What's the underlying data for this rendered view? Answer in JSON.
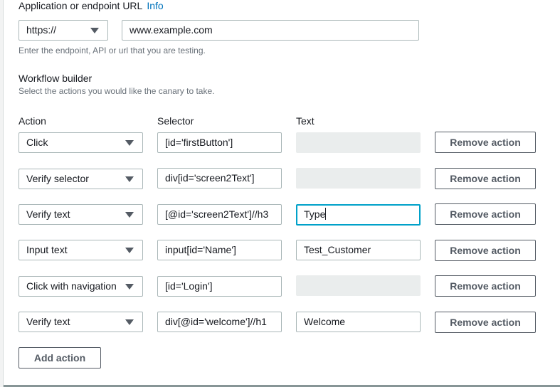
{
  "endpoint": {
    "label": "Application or endpoint URL",
    "info_link": "Info",
    "protocol_select": "https://",
    "url_value": "www.example.com",
    "hint": "Enter the endpoint, API or url that you are testing."
  },
  "workflow": {
    "title": "Workflow builder",
    "description": "Select the actions you would like the canary to take.",
    "columns": {
      "action": "Action",
      "selector": "Selector",
      "text": "Text"
    },
    "rows": [
      {
        "action": "Click",
        "selector": "[id='firstButton']",
        "text": "",
        "text_state": "disabled",
        "remove_label": "Remove action"
      },
      {
        "action": "Verify selector",
        "selector": "div[id='screen2Text']",
        "text": "",
        "text_state": "disabled",
        "remove_label": "Remove action"
      },
      {
        "action": "Verify text",
        "selector": "[@id='screen2Text']//h3",
        "text": "Type",
        "text_state": "focused",
        "remove_label": "Remove action"
      },
      {
        "action": "Input text",
        "selector": "input[id='Name']",
        "text": "Test_Customer",
        "text_state": "enabled",
        "remove_label": "Remove action"
      },
      {
        "action": "Click with navigation",
        "selector": "[id='Login']",
        "text": "",
        "text_state": "disabled",
        "remove_label": "Remove action"
      },
      {
        "action": "Verify text",
        "selector": "div[@id='welcome']//h1",
        "text": "Welcome",
        "text_state": "enabled",
        "remove_label": "Remove action"
      }
    ],
    "add_action_label": "Add action"
  },
  "colors": {
    "link": "#0073bb",
    "focus_border": "#00a1c9",
    "disabled_fill": "#eaeded",
    "button_border": "#545b64"
  }
}
